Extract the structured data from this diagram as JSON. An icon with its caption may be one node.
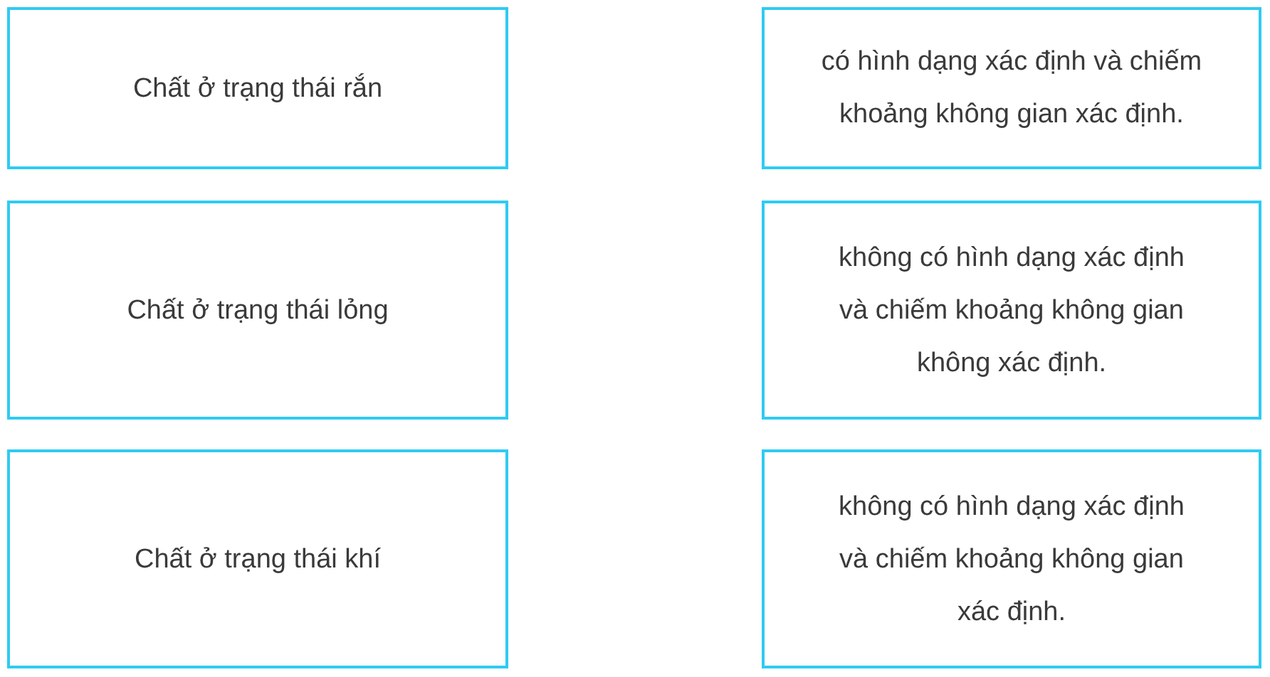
{
  "diagram": {
    "nodes": [
      {
        "text": [
          "Chất ở trạng thái rắn"
        ]
      },
      {
        "text": [
          "có hình dạng xác định và chiếm khoảng không gian xác định."
        ]
      },
      {
        "text": [
          "Chất ở trạng thái lỏng"
        ]
      },
      {
        "text": [
          "không có hình dạng xác định và chiếm khoảng không gian không xác định."
        ]
      },
      {
        "text": [
          "Chất ở trạng thái khí"
        ]
      },
      {
        "text": [
          "không có hình dạng xác định và chiếm khoảng không gian xác định."
        ]
      }
    ]
  }
}
